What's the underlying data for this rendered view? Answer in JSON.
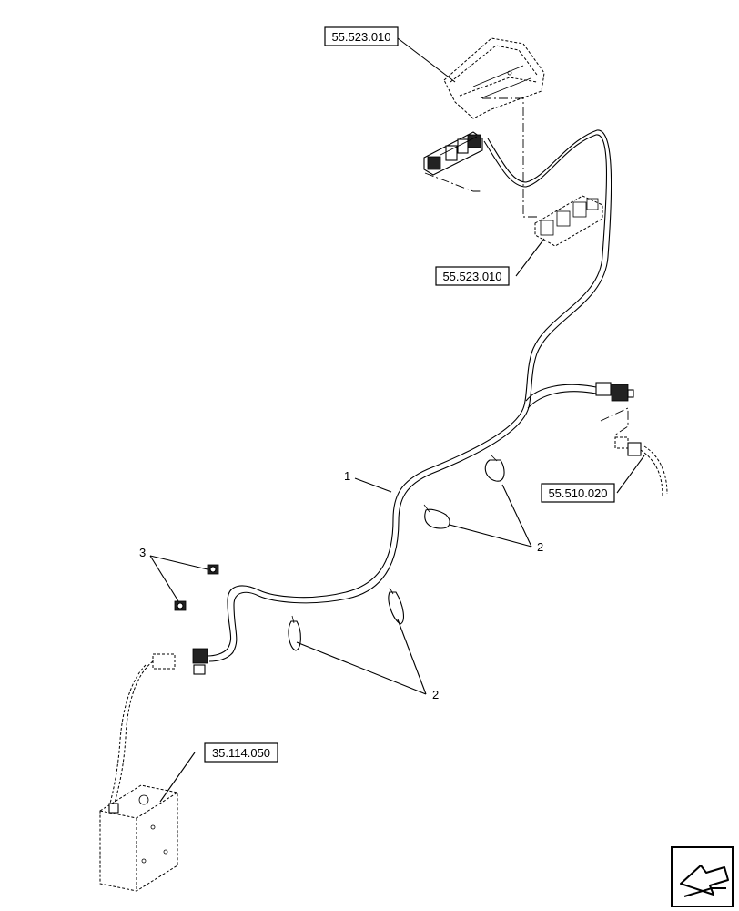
{
  "references": [
    {
      "id": "ref-top-display",
      "label": "55.523.010"
    },
    {
      "id": "ref-switch-module",
      "label": "55.523.010"
    },
    {
      "id": "ref-right-connector",
      "label": "55.510.020"
    },
    {
      "id": "ref-control-box",
      "label": "35.114.050"
    }
  ],
  "callouts": [
    {
      "id": "callout-1",
      "label": "1"
    },
    {
      "id": "callout-2-upper",
      "label": "2"
    },
    {
      "id": "callout-2-lower",
      "label": "2"
    },
    {
      "id": "callout-3",
      "label": "3"
    }
  ],
  "icons": {
    "navigation": "arrow-back-icon"
  }
}
